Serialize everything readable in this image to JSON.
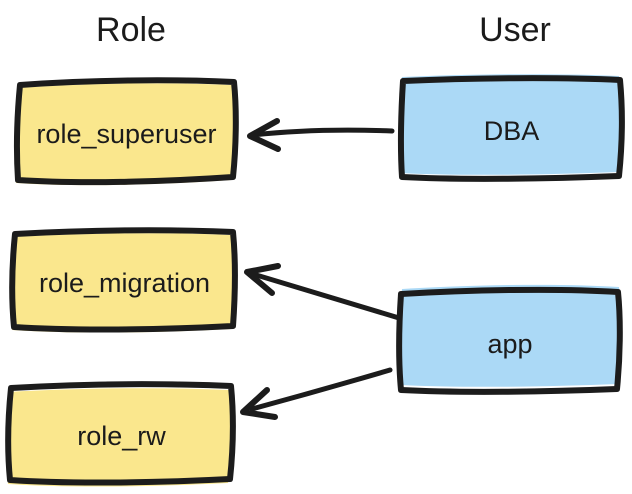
{
  "diagram": {
    "type": "hand-drawn role/user grant diagram",
    "columns": {
      "left_title": "Role",
      "right_title": "User"
    },
    "nodes": {
      "roles": [
        {
          "id": "role_superuser",
          "label": "role_superuser"
        },
        {
          "id": "role_migration",
          "label": "role_migration"
        },
        {
          "id": "role_rw",
          "label": "role_rw"
        }
      ],
      "users": [
        {
          "id": "DBA",
          "label": "DBA"
        },
        {
          "id": "app",
          "label": "app"
        }
      ]
    },
    "edges": [
      {
        "from": "DBA",
        "to": "role_superuser",
        "direction": "user-to-role",
        "style": "arrow"
      },
      {
        "from": "app",
        "to": "role_migration",
        "direction": "user-to-role",
        "style": "arrow"
      },
      {
        "from": "app",
        "to": "role_rw",
        "direction": "user-to-role",
        "style": "arrow"
      }
    ],
    "colors": {
      "role_fill": "#fae78d",
      "user_fill": "#abd9f6",
      "stroke": "#1c1c1c",
      "text": "#1b1b1b",
      "background": "#ffffff"
    }
  }
}
